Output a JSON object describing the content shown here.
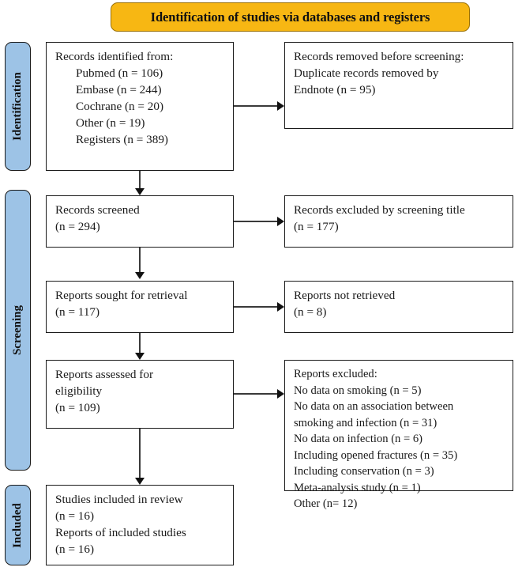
{
  "banner": {
    "title": "Identification of studies via databases and registers",
    "color": "#F7B713"
  },
  "stages": {
    "identification": "Identification",
    "screening": "Screening",
    "included": "Included",
    "color": "#9DC3E6"
  },
  "boxes": {
    "records_identified": {
      "lines": [
        "Records identified from:",
        "Pubmed (n = 106)",
        "Embase (n = 244)",
        "Cochrane (n = 20)",
        "Other (n = 19)",
        "Registers (n = 389)"
      ]
    },
    "records_removed": {
      "lines": [
        "Records removed before screening:",
        "Duplicate records removed by",
        "Endnote (n = 95)"
      ]
    },
    "records_screened": {
      "lines": [
        "Records screened",
        "(n = 294)"
      ]
    },
    "records_excluded": {
      "lines": [
        "Records excluded by screening title",
        "(n = 177)"
      ]
    },
    "reports_sought": {
      "lines": [
        "Reports sought for retrieval",
        "(n = 117)"
      ]
    },
    "reports_not_retrieved": {
      "lines": [
        "Reports not retrieved",
        "(n = 8)"
      ]
    },
    "reports_assessed": {
      "lines": [
        "Reports assessed for",
        "eligibility",
        "(n = 109)"
      ]
    },
    "reports_excluded": {
      "lines": [
        "Reports excluded:",
        "No data on smoking (n = 5)",
        "No data on an association between",
        "smoking and infection (n = 31)",
        "No data on infection (n = 6)",
        "Including opened fractures (n = 35)",
        "Including conservation (n = 3)",
        "Meta-analysis study (n = 1)",
        "Other (n= 12)"
      ]
    },
    "studies_included": {
      "lines": [
        "Studies included in review",
        "(n = 16)",
        "Reports of included studies",
        "(n = 16)"
      ]
    }
  }
}
